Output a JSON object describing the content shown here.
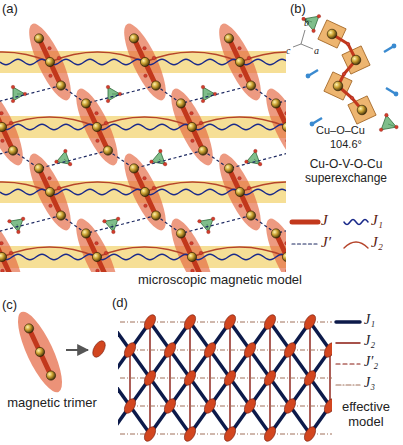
{
  "diagram": {
    "labels": [
      "(a)",
      "(b)",
      "Cu–O–Cu",
      "104.6°",
      "Cu-O-V-O-Cu superexchange",
      "b",
      "c",
      "a",
      "microscopic magnetic model",
      "(c)",
      "magnetic trimer",
      "(d)",
      "effective model"
    ],
    "legend": [
      {
        "text": "J"
      },
      {
        "text": "J₁"
      },
      {
        "text": "J′"
      },
      {
        "text": "J₂"
      },
      {
        "text": "J₁"
      },
      {
        "text": "J₂"
      },
      {
        "text": "J′₂"
      },
      {
        "text": "J₃"
      }
    ]
  }
}
